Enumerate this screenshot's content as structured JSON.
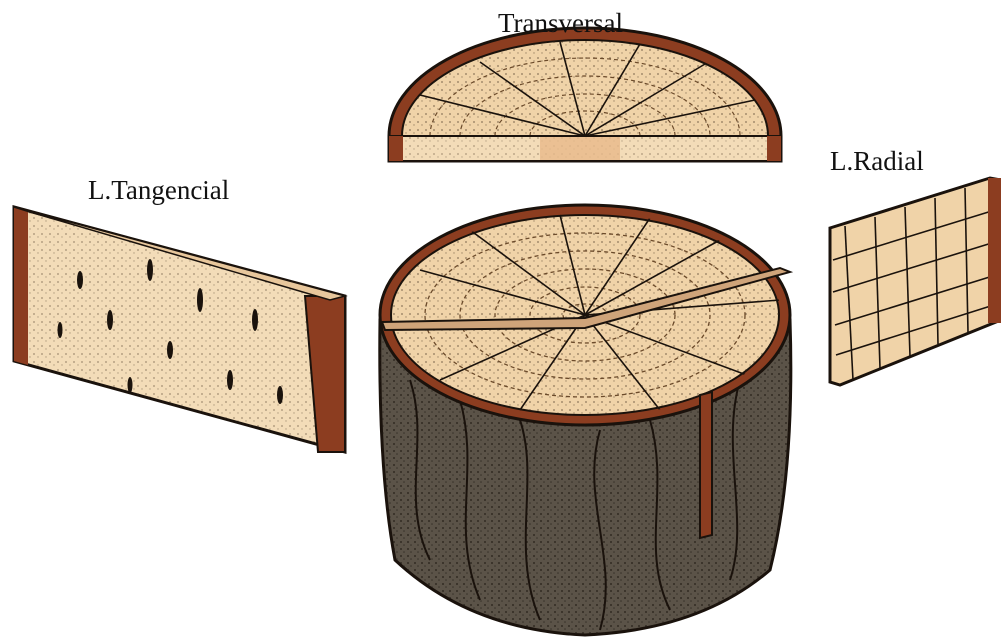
{
  "labels": {
    "transversal": "Transversal",
    "tangencial": "L.Tangencial",
    "radial": "L.Radial"
  },
  "colors": {
    "bark_dark": "#5b5348",
    "bark_red": "#8c3d20",
    "wood_light": "#f3dcb8",
    "wood_mid": "#e8c79c",
    "outline": "#1a120c"
  }
}
